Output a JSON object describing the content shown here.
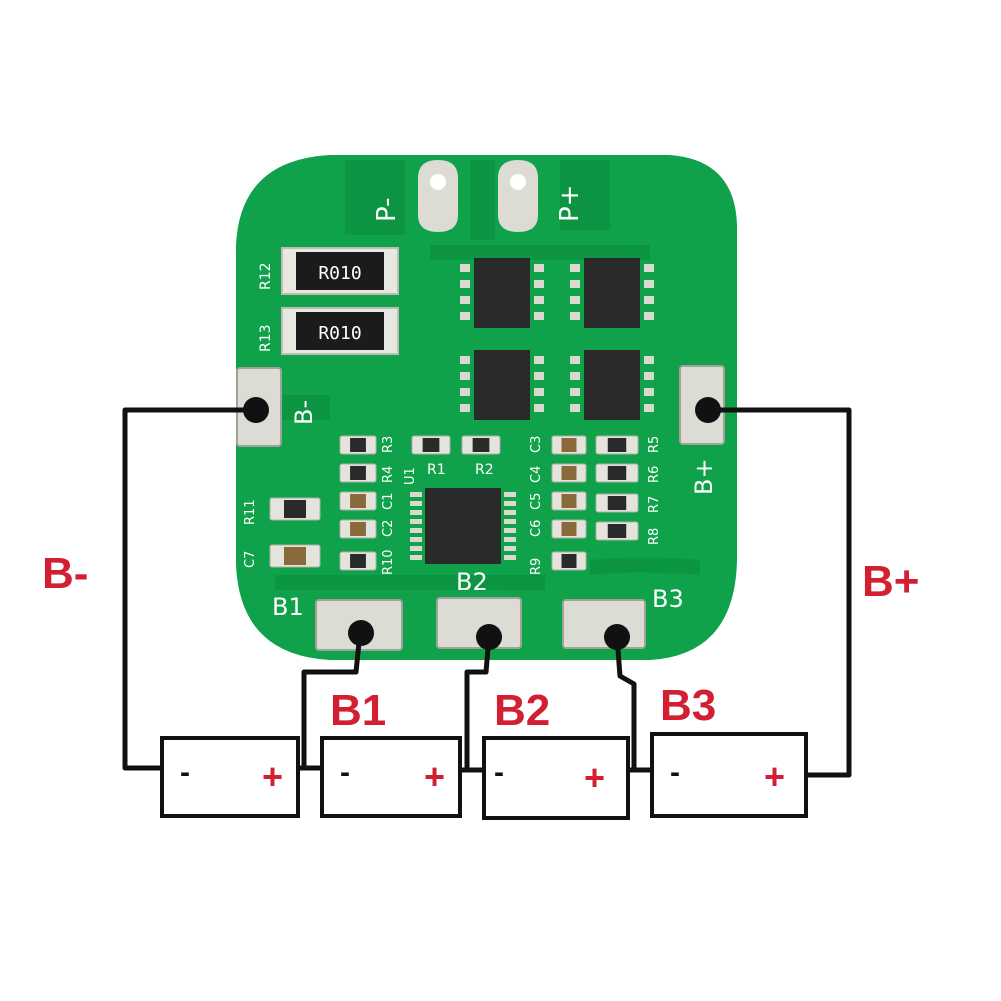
{
  "diagram": {
    "board": {
      "pads_top": [
        "P-",
        "P+"
      ],
      "resistors_big": [
        {
          "designator": "R12",
          "marking": "R010"
        },
        {
          "designator": "R13",
          "marking": "R010"
        }
      ],
      "pad_labels": {
        "b_minus": "B-",
        "b_plus": "B+",
        "b1": "B1",
        "b2": "B2",
        "b3": "B3"
      },
      "silkscreen": {
        "r3": "R3",
        "r4": "R4",
        "c1": "C1",
        "c2": "C2",
        "r10": "R10",
        "u1": "U1",
        "r1": "R1",
        "r2": "R2",
        "c3": "C3",
        "c4": "C4",
        "c5": "C5",
        "c6": "C6",
        "r9": "R9",
        "r5": "R5",
        "r6": "R6",
        "r7": "R7",
        "r8": "R8",
        "r11": "R11",
        "c7": "C7"
      }
    },
    "labels": {
      "b_minus": "B-",
      "b_plus": "B+",
      "b1": "B1",
      "b2": "B2",
      "b3": "B3"
    },
    "cells": [
      {
        "minus": "-",
        "plus": "+"
      },
      {
        "minus": "-",
        "plus": "+"
      },
      {
        "minus": "-",
        "plus": "+"
      },
      {
        "minus": "-",
        "plus": "+"
      }
    ],
    "colors": {
      "pcb": "#0fa24a",
      "pcb_dark": "#0b8a3d",
      "label_red": "#d21f32",
      "wire": "#111111",
      "pad": "#dcdcd4"
    }
  }
}
